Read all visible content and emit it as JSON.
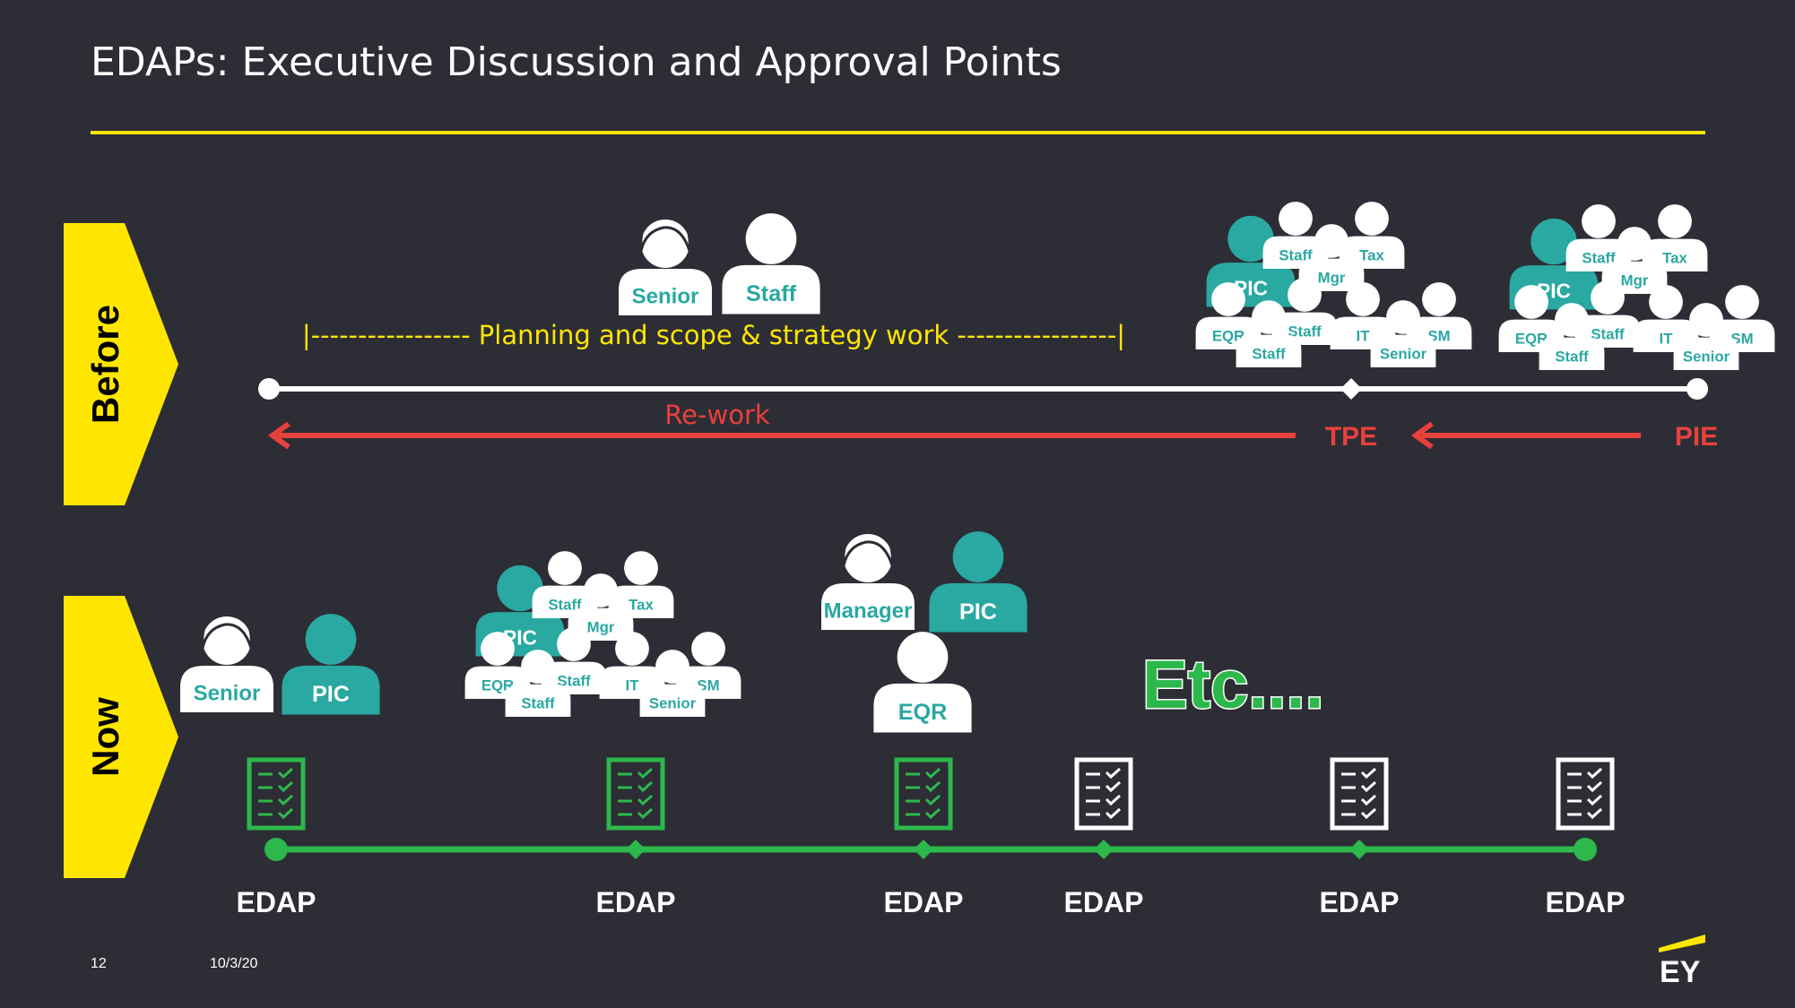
{
  "slide": {
    "title": "EDAPs: Executive Discussion and Approval Points",
    "page_number": "12",
    "date": "10/3/20",
    "logo": "EY"
  },
  "colors": {
    "background": "#2d2d36",
    "accent_yellow": "#ffe600",
    "teal": "#2aa8a2",
    "green": "#2db84b",
    "red": "#e8413c",
    "white": "#ffffff"
  },
  "before": {
    "label": "Before",
    "planning_text": "|----------------- Planning and scope & strategy work -----------------|",
    "rework_label": "Re-work",
    "tpe_label": "TPE",
    "pie_label": "PIE",
    "people_senior": "Senior",
    "people_staff": "Staff",
    "team": {
      "pic": "PIC",
      "staff1": "Staff",
      "tax": "Tax",
      "mgr": "Mgr",
      "eqr": "EQR",
      "staff2": "Staff",
      "staff3": "Staff",
      "it": "IT",
      "sm": "SM",
      "senior": "Senior"
    }
  },
  "now": {
    "label": "Now",
    "edap_label": "EDAP",
    "etc_text": "Etc....",
    "group1": {
      "senior": "Senior",
      "pic": "PIC"
    },
    "group3": {
      "manager": "Manager",
      "pic": "PIC",
      "eqr": "EQR"
    }
  }
}
